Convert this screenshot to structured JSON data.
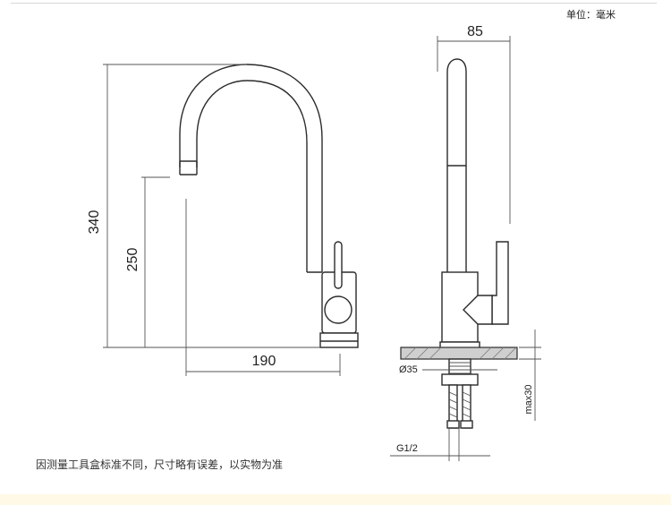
{
  "unit_label": "单位：毫米",
  "dimensions": {
    "height_total": "340",
    "height_spout": "250",
    "reach": "190",
    "side_width": "85",
    "base_diameter": "Ø35",
    "max_thickness": "max30",
    "thread": "G1/2"
  },
  "note": "因测量工具盒标准不同，尺寸略有误差，以实物为准",
  "colors": {
    "line": "#2b2b2b",
    "counter": "#cfcfcf",
    "bottom_strip": "#fff9e6"
  }
}
